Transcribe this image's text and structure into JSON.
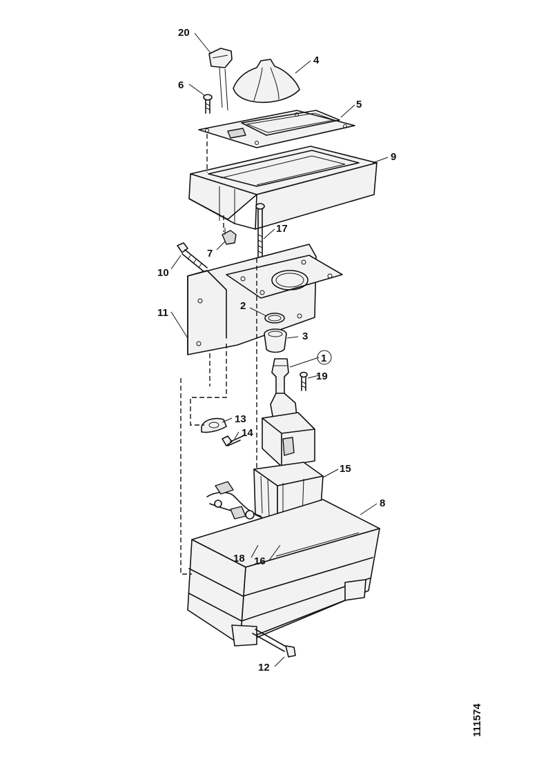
{
  "figure": {
    "callouts": {
      "c1": "1",
      "c2": "2",
      "c3": "3",
      "c4": "4",
      "c5": "5",
      "c6": "6",
      "c7": "7",
      "c8": "8",
      "c9": "9",
      "c10": "10",
      "c11": "11",
      "c12": "12",
      "c13": "13",
      "c14": "14",
      "c15": "15",
      "c16": "16",
      "c17": "17",
      "c18": "18",
      "c19": "19",
      "c20": "20"
    },
    "document_number": "111574"
  }
}
